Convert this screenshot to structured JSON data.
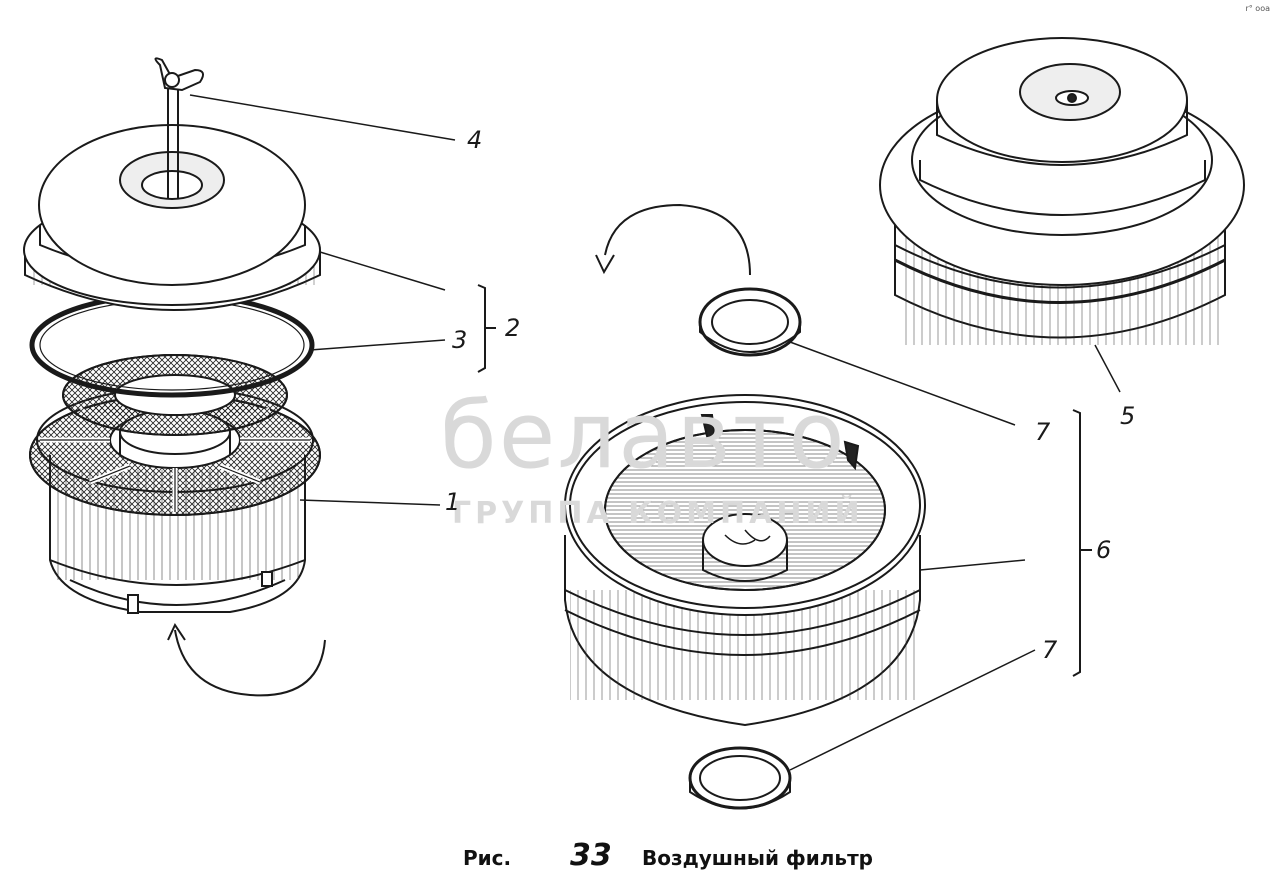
{
  "watermark": {
    "logo_text": "белавто",
    "subtitle": "ГРУППА КОМПАНИЙ"
  },
  "corner_mark": "r° ooa",
  "callouts": {
    "c1": "1",
    "c2": "2",
    "c3": "3",
    "c4": "4",
    "c5": "5",
    "c6": "6",
    "c7a": "7",
    "c7b": "7"
  },
  "caption": {
    "prefix": "Рис.",
    "number": "33",
    "title": "Воздушный фильтр"
  },
  "colors": {
    "ink": "#1a1a1a",
    "watermark": "#d9d9d9",
    "background": "#ffffff"
  }
}
